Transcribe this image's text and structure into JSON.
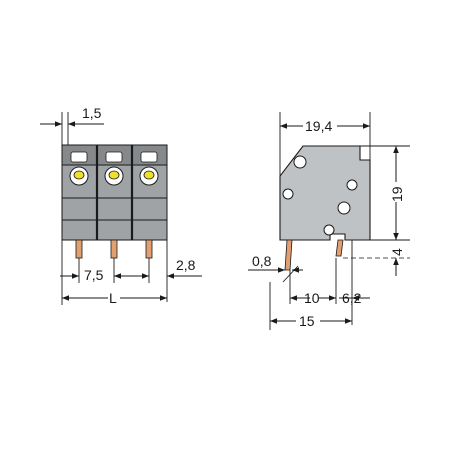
{
  "front_view": {
    "dim_pin_width": "1,5",
    "dim_pitch": "7,5",
    "dim_offset": "2,8",
    "dim_length": "L"
  },
  "side_view": {
    "dim_depth": "19,4",
    "dim_height": "19",
    "dim_pin_length": "4",
    "dim_pin_thickness": "0,8",
    "dim_pin_spacing": "10",
    "dim_pin_offset": "6,2",
    "dim_footprint": "15"
  },
  "colors": {
    "housing": "#9fa3a6",
    "side_housing": "#bfc2c4",
    "led": "#f2df2a",
    "pin": "#e2a070"
  }
}
